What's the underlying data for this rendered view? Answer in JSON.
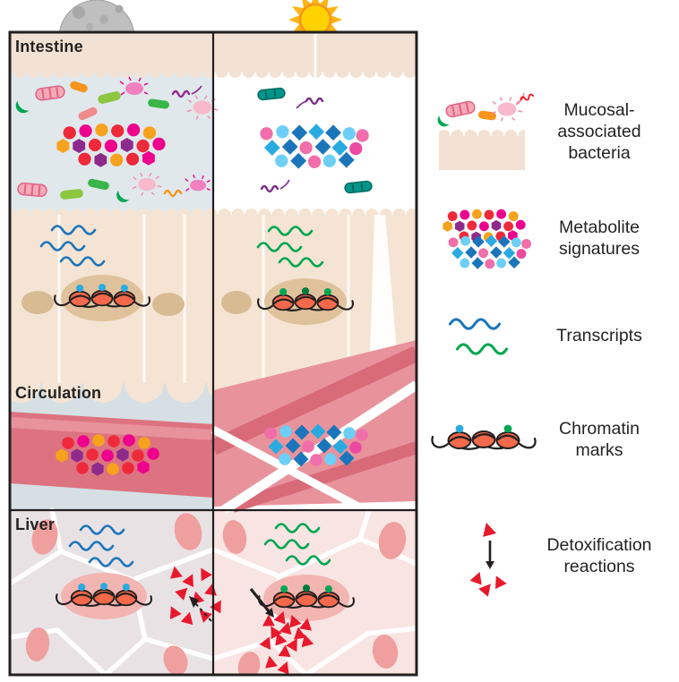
{
  "panel": {
    "sections": {
      "intestine": {
        "label": "Intestine"
      },
      "circulation": {
        "label": "Circulation"
      },
      "liver": {
        "label": "Liver"
      }
    },
    "conditions": {
      "left_icon": "moon-icon",
      "right_icon": "sun-icon"
    }
  },
  "legend": {
    "items": [
      {
        "icon": "mucosal-bacteria-icon",
        "label": "Mucosal-\nassociated\nbacteria"
      },
      {
        "icon": "metabolite-signatures-icon",
        "label": "Metabolite\nsignatures"
      },
      {
        "icon": "transcripts-icon",
        "label": "Transcripts"
      },
      {
        "icon": "chromatin-marks-icon",
        "label": "Chromatin\nmarks"
      },
      {
        "icon": "detoxification-reactions-icon",
        "label": "Detoxification\nreactions"
      }
    ]
  },
  "colors": {
    "night_background": "#e0e8ec",
    "day_background": "#ffffff",
    "epithelium": "#f3e2d3",
    "cell_nucleus_tan": "#dfc29c",
    "vessel_pink": "#e8939c",
    "vessel_deep": "#dd7380",
    "liver_cell_left": "#e9e2e5",
    "liver_cell_right": "#f8e4e2",
    "liver_nucleus": "#ef9f9d",
    "metabolite_red": "#ee2a3a",
    "metabolite_magenta": "#ec008c",
    "metabolite_orange": "#f6a21d",
    "metabolite_purple": "#8e2a8b",
    "metabolite_blue": "#1b75bb",
    "metabolite_lightblue": "#29abe2",
    "metabolite_cyan": "#6dcff6",
    "metabolite_pink": "#f06eaa",
    "transcript_night": "#1b75bb",
    "transcript_day": "#00a651",
    "nucleosome_orange": "#f4694b",
    "detox_red": "#e8192c",
    "outline_black": "#231f20",
    "moon_gray": "#bfbfbf",
    "sun_yellow": "#ffd200"
  }
}
